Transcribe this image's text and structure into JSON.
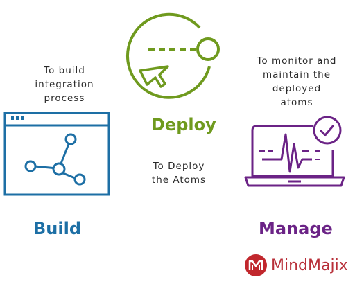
{
  "colors": {
    "build": "#1d6fa5",
    "deploy": "#6f9a1e",
    "manage": "#6b2386",
    "brand": "#c1272d"
  },
  "icons": {
    "deploy": "deploy-cycle-arrow-icon",
    "build": "browser-network-icon",
    "manage": "laptop-monitor-check-icon",
    "brand": "mindmajix-logo-icon"
  },
  "build": {
    "title": "Build",
    "description": [
      "To build",
      "integration",
      "process"
    ]
  },
  "deploy": {
    "title": "Deploy",
    "description": [
      "To Deploy",
      "the Atoms"
    ]
  },
  "manage": {
    "title": "Manage",
    "description": [
      "To monitor and",
      "maintain the",
      "deployed",
      "atoms"
    ]
  },
  "brand": {
    "name": "MindMajix"
  }
}
